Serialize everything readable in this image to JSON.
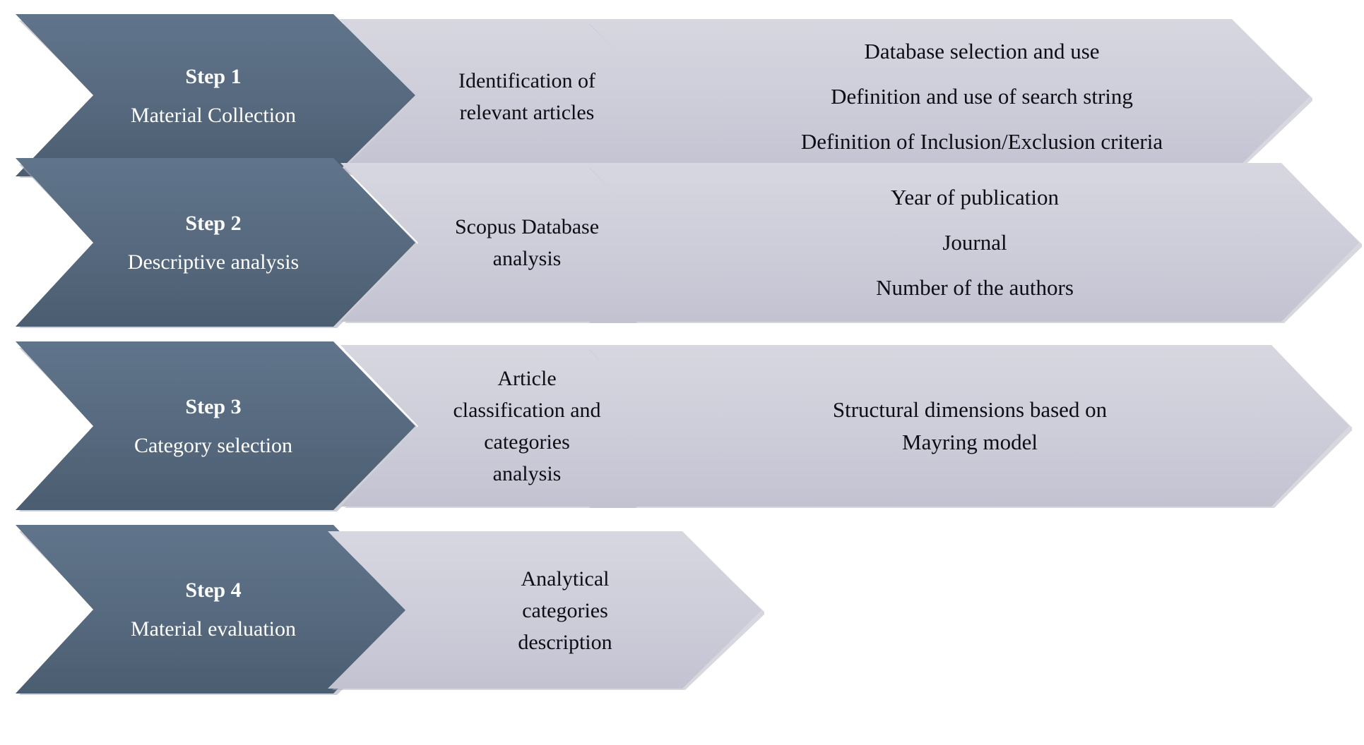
{
  "diagram": {
    "title": "Research methodology four-step process flow",
    "type": "chevron-process-flow",
    "colors": {
      "dark_fill_top": "#5b6e84",
      "dark_fill_bottom": "#4f6275",
      "dark_text": "#ffffff",
      "light_fill_top": "#d3d3dd",
      "light_fill_bottom": "#c6c6d4",
      "light_text": "#0d0d14",
      "background": "#ffffff",
      "shadow": "#a9a9b8"
    },
    "rows": [
      {
        "id": "step-1",
        "step_label": "Step 1",
        "step_name": "Material Collection",
        "stage2": [
          "Identification of",
          "relevant articles"
        ],
        "stage3": [
          "Database selection and use",
          "Definition and use of search string",
          "Definition of Inclusion/Exclusion criteria"
        ]
      },
      {
        "id": "step-2",
        "step_label": "Step 2",
        "step_name": "Descriptive analysis",
        "stage2": [
          "Scopus Database",
          "analysis"
        ],
        "stage3": [
          "Year of publication",
          "Journal",
          "Number of the authors"
        ]
      },
      {
        "id": "step-3",
        "step_label": "Step 3",
        "step_name": "Category selection",
        "stage2": [
          "Article",
          "classification and",
          "categories",
          "analysis"
        ],
        "stage3": [
          "Structural dimensions based on",
          "Mayring model"
        ]
      },
      {
        "id": "step-4",
        "step_label": "Step 4",
        "step_name": "Material evaluation",
        "stage2": [
          "Analytical",
          "categories",
          "description"
        ],
        "stage3": []
      }
    ]
  }
}
